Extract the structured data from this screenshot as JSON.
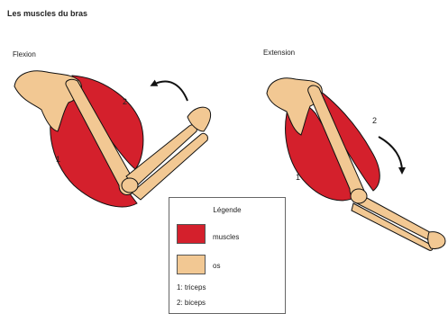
{
  "title": "Les muscles du bras",
  "panels": {
    "flexion": {
      "label": "Flexion",
      "label_1": "1",
      "label_2": "2"
    },
    "extension": {
      "label": "Extension",
      "label_1": "1",
      "label_2": "2"
    }
  },
  "legend": {
    "title": "Légende",
    "items": [
      {
        "label": "muscles",
        "color": "#d4202c"
      },
      {
        "label": "os",
        "color": "#f2c893"
      }
    ],
    "notes": [
      "1: triceps",
      "2: biceps"
    ]
  },
  "colors": {
    "muscle": "#d4202c",
    "bone": "#f2c893",
    "outline": "#111111"
  }
}
